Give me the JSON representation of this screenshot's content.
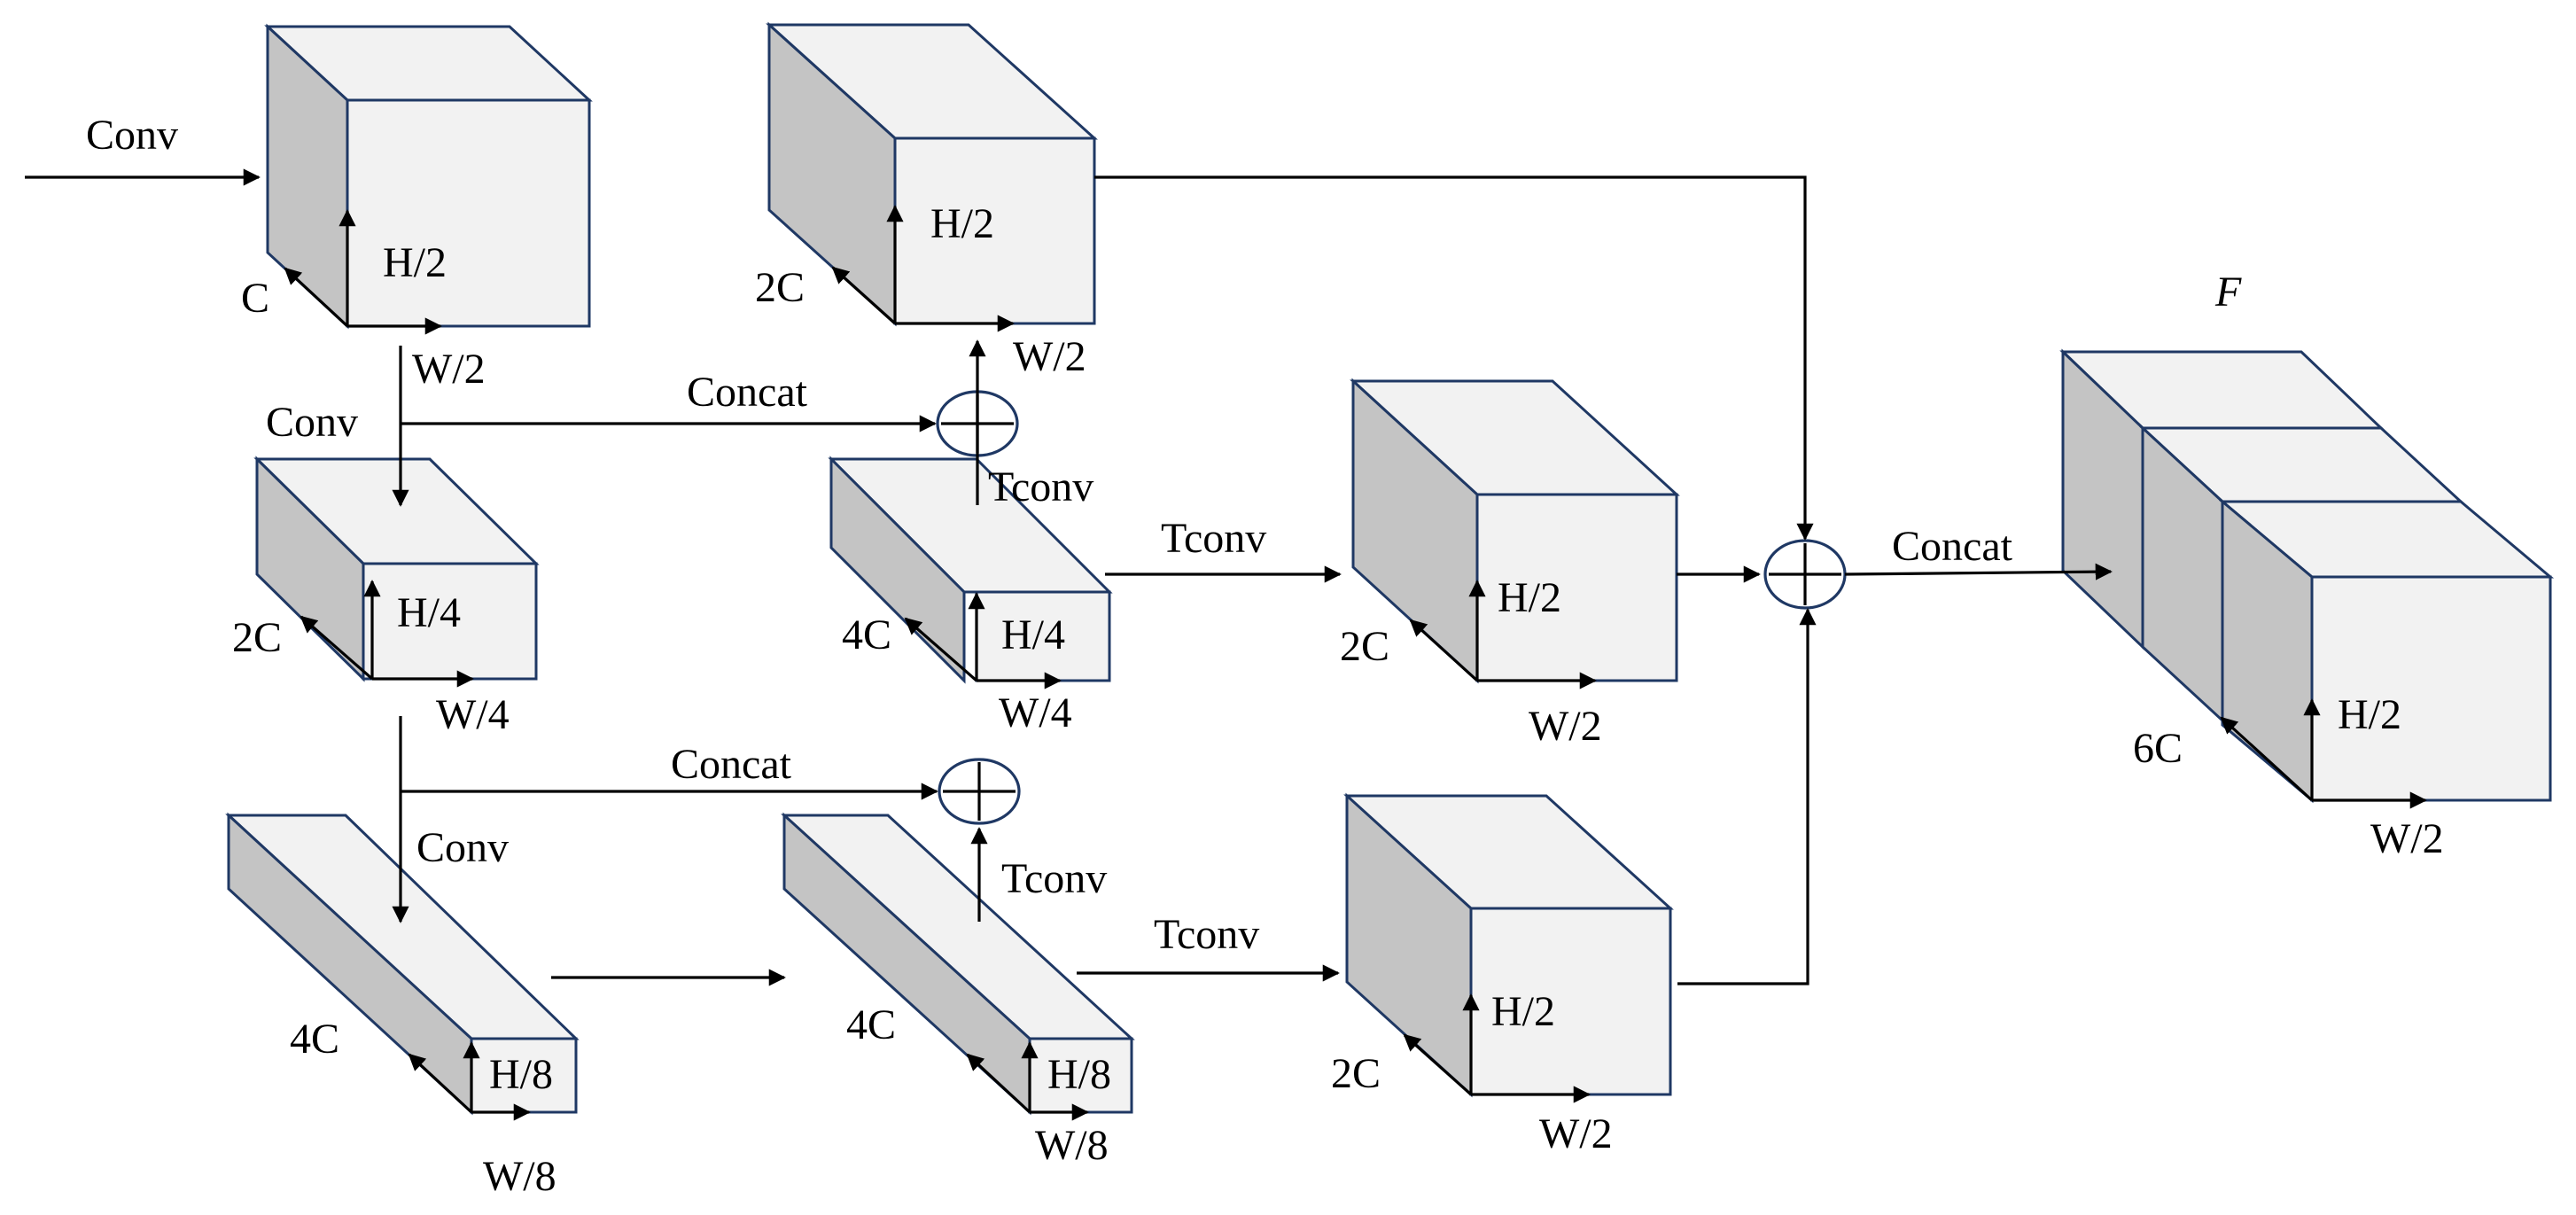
{
  "labels": {
    "conv_in": "Conv",
    "conv_1": "Conv",
    "conv_2": "Conv",
    "concat_1": "Concat",
    "concat_2": "Concat",
    "concat_out": "Concat",
    "tconv_1": "Tconv",
    "tconv_2": "Tconv",
    "tconv_3": "Tconv",
    "tconv_4": "Tconv",
    "output_symbol": "F"
  },
  "blocks": {
    "enc1": {
      "channels": "C",
      "height": "H/2",
      "width": "W/2"
    },
    "enc2": {
      "channels": "2C",
      "height": "H/4",
      "width": "W/4"
    },
    "enc3": {
      "channels": "4C",
      "height": "H/8",
      "width": "W/8"
    },
    "mid1": {
      "channels": "2C",
      "height": "H/2",
      "width": "W/2"
    },
    "mid2": {
      "channels": "4C",
      "height": "H/4",
      "width": "W/4"
    },
    "mid3": {
      "channels": "4C",
      "height": "H/8",
      "width": "W/8"
    },
    "up2": {
      "channels": "2C",
      "height": "H/2",
      "width": "W/2"
    },
    "up3": {
      "channels": "2C",
      "height": "H/2",
      "width": "W/2"
    },
    "out": {
      "channels": "6C",
      "height": "H/2",
      "width": "W/2"
    }
  },
  "colors": {
    "front_face": "#f2f2f2",
    "side_face": "#c4c4c4",
    "edge": "#1f3864",
    "arrow": "#000000"
  }
}
